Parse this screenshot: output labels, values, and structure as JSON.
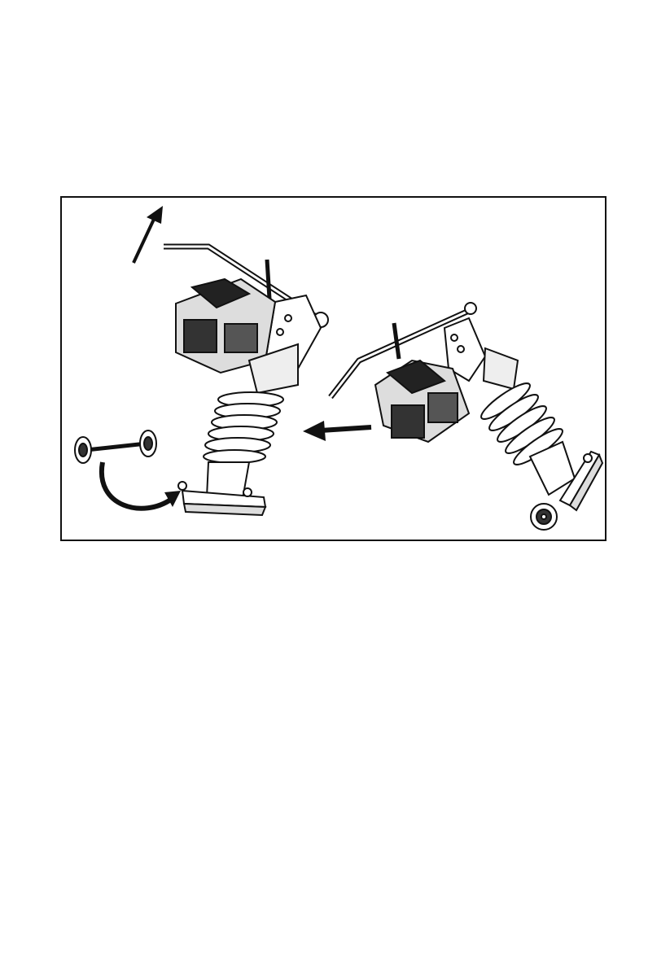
{
  "page": {
    "background_color": "#ffffff",
    "line_color": "#111111"
  },
  "figure": {
    "caption": "",
    "illustration": "rammer-wheel-kit-removal",
    "parts": [
      "lift-handle-arrow-icon",
      "rammer-upright",
      "rammer-tilted",
      "wheel-axle-assembly",
      "curved-attach-arrow-icon",
      "tilt-direction-arrow-icon"
    ]
  }
}
